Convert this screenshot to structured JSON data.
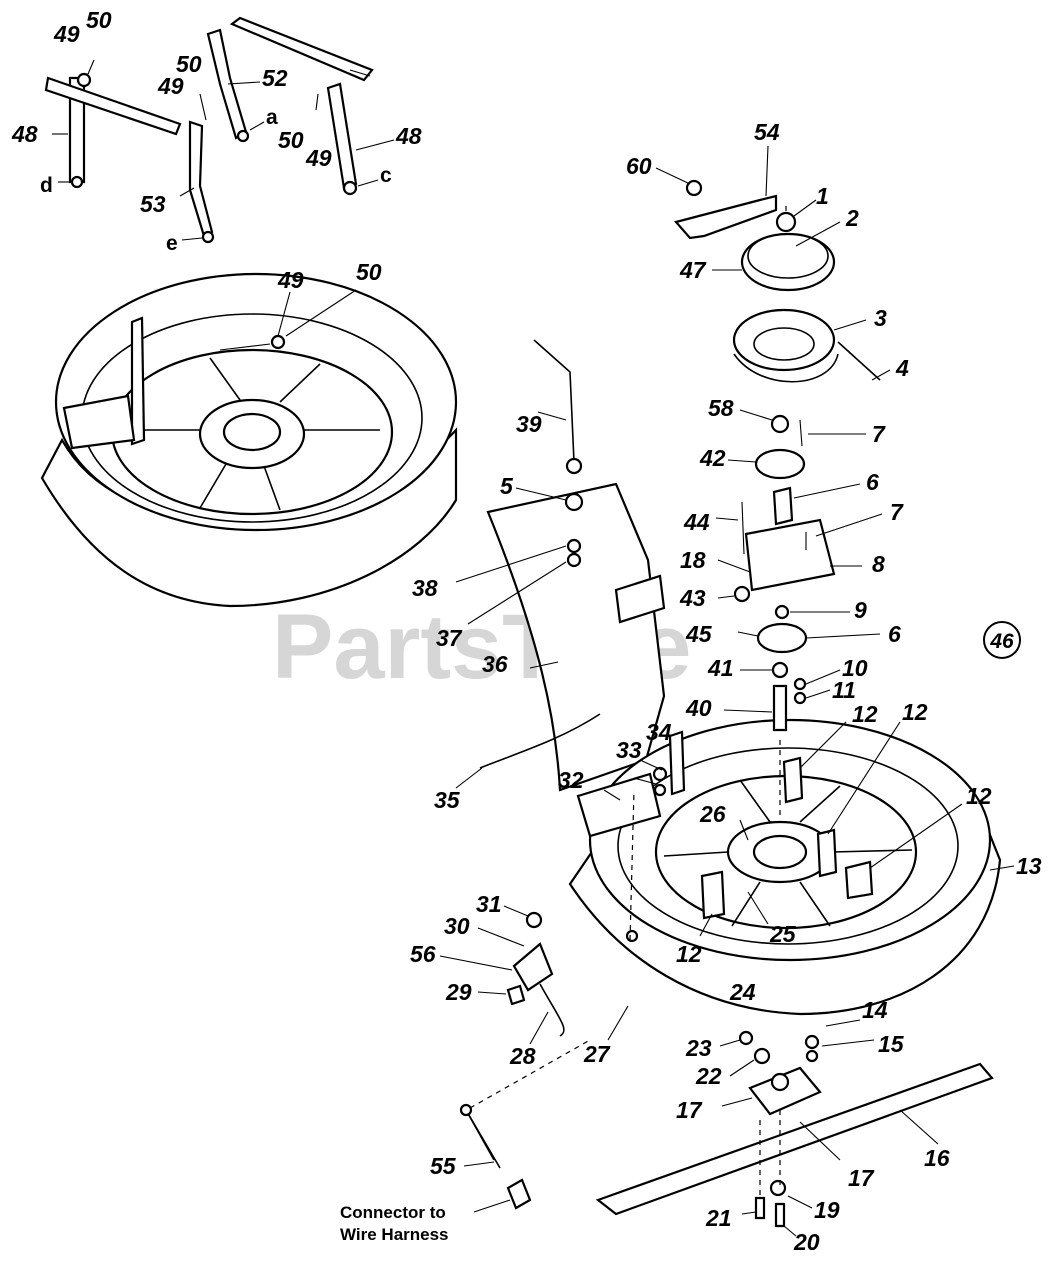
{
  "watermark": "PartsTree",
  "badge": "46",
  "connector_label": [
    "Connector to",
    "Wire Harness"
  ],
  "callouts": [
    {
      "id": "c49a",
      "text": "49"
    },
    {
      "id": "c50a",
      "text": "50"
    },
    {
      "id": "c48a",
      "text": "48"
    },
    {
      "id": "c49b",
      "text": "49"
    },
    {
      "id": "c50b",
      "text": "50"
    },
    {
      "id": "c52",
      "text": "52"
    },
    {
      "id": "c50c",
      "text": "50"
    },
    {
      "id": "c49c",
      "text": "49"
    },
    {
      "id": "c48b",
      "text": "48"
    },
    {
      "id": "c53",
      "text": "53"
    },
    {
      "id": "c60",
      "text": "60"
    },
    {
      "id": "c54",
      "text": "54"
    },
    {
      "id": "c1",
      "text": "1"
    },
    {
      "id": "c2",
      "text": "2"
    },
    {
      "id": "c47",
      "text": "47"
    },
    {
      "id": "c49d",
      "text": "49"
    },
    {
      "id": "c50d",
      "text": "50"
    },
    {
      "id": "c3",
      "text": "3"
    },
    {
      "id": "c4",
      "text": "4"
    },
    {
      "id": "c39",
      "text": "39"
    },
    {
      "id": "c58",
      "text": "58"
    },
    {
      "id": "c7a",
      "text": "7"
    },
    {
      "id": "c42",
      "text": "42"
    },
    {
      "id": "c6a",
      "text": "6"
    },
    {
      "id": "c5",
      "text": "5"
    },
    {
      "id": "c44",
      "text": "44"
    },
    {
      "id": "c7b",
      "text": "7"
    },
    {
      "id": "c38",
      "text": "38"
    },
    {
      "id": "c18",
      "text": "18"
    },
    {
      "id": "c8",
      "text": "8"
    },
    {
      "id": "c43",
      "text": "43"
    },
    {
      "id": "c9",
      "text": "9"
    },
    {
      "id": "c37",
      "text": "37"
    },
    {
      "id": "c45",
      "text": "45"
    },
    {
      "id": "c6b",
      "text": "6"
    },
    {
      "id": "c36",
      "text": "36"
    },
    {
      "id": "c41",
      "text": "41"
    },
    {
      "id": "c10",
      "text": "10"
    },
    {
      "id": "c11",
      "text": "11"
    },
    {
      "id": "c40",
      "text": "40"
    },
    {
      "id": "c12a",
      "text": "12"
    },
    {
      "id": "c12b",
      "text": "12"
    },
    {
      "id": "c34",
      "text": "34"
    },
    {
      "id": "c33",
      "text": "33"
    },
    {
      "id": "c35",
      "text": "35"
    },
    {
      "id": "c32",
      "text": "32"
    },
    {
      "id": "c12c",
      "text": "12"
    },
    {
      "id": "c26",
      "text": "26"
    },
    {
      "id": "c13",
      "text": "13"
    },
    {
      "id": "c31",
      "text": "31"
    },
    {
      "id": "c30",
      "text": "30"
    },
    {
      "id": "c25",
      "text": "25"
    },
    {
      "id": "c12d",
      "text": "12"
    },
    {
      "id": "c56",
      "text": "56"
    },
    {
      "id": "c29",
      "text": "29"
    },
    {
      "id": "c24",
      "text": "24"
    },
    {
      "id": "c14",
      "text": "14"
    },
    {
      "id": "c28",
      "text": "28"
    },
    {
      "id": "c27",
      "text": "27"
    },
    {
      "id": "c23",
      "text": "23"
    },
    {
      "id": "c15",
      "text": "15"
    },
    {
      "id": "c22",
      "text": "22"
    },
    {
      "id": "c17a",
      "text": "17"
    },
    {
      "id": "c16",
      "text": "16"
    },
    {
      "id": "c17b",
      "text": "17"
    },
    {
      "id": "c55",
      "text": "55"
    },
    {
      "id": "c21",
      "text": "21"
    },
    {
      "id": "c19",
      "text": "19"
    },
    {
      "id": "c20",
      "text": "20"
    }
  ],
  "letters": [
    {
      "id": "la",
      "text": "a"
    },
    {
      "id": "lc",
      "text": "c"
    },
    {
      "id": "ld",
      "text": "d"
    },
    {
      "id": "le",
      "text": "e"
    }
  ]
}
